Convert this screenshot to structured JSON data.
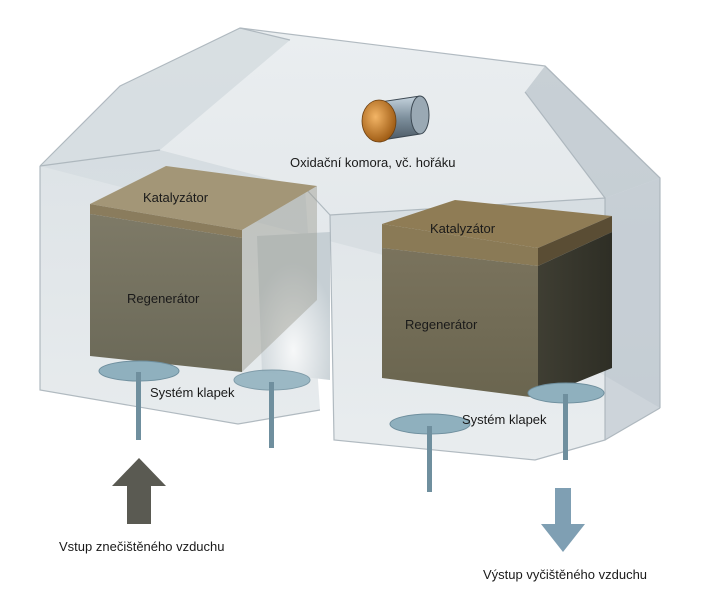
{
  "labels": {
    "oxidation_chamber": "Oxidační komora, vč. hořáku",
    "catalyst_left": "Katalyzátor",
    "catalyst_right": "Katalyzátor",
    "regenerator_left": "Regenerátor",
    "regenerator_right": "Regenerátor",
    "valves_left": "Systém klapek",
    "valves_right": "Systém klapek",
    "inlet": "Vstup znečištěného vzduchu",
    "outlet": "Výstup vyčištěného vzduchu"
  },
  "colors": {
    "housing": "#c9d2d8",
    "catalyst": "#8c7b5e",
    "regenerator": "#77735f",
    "damper": "#8fb0be",
    "inlet_arrow": "#5a5a52",
    "outlet_arrow": "#7f9fb3",
    "burner": "#c9812a"
  }
}
